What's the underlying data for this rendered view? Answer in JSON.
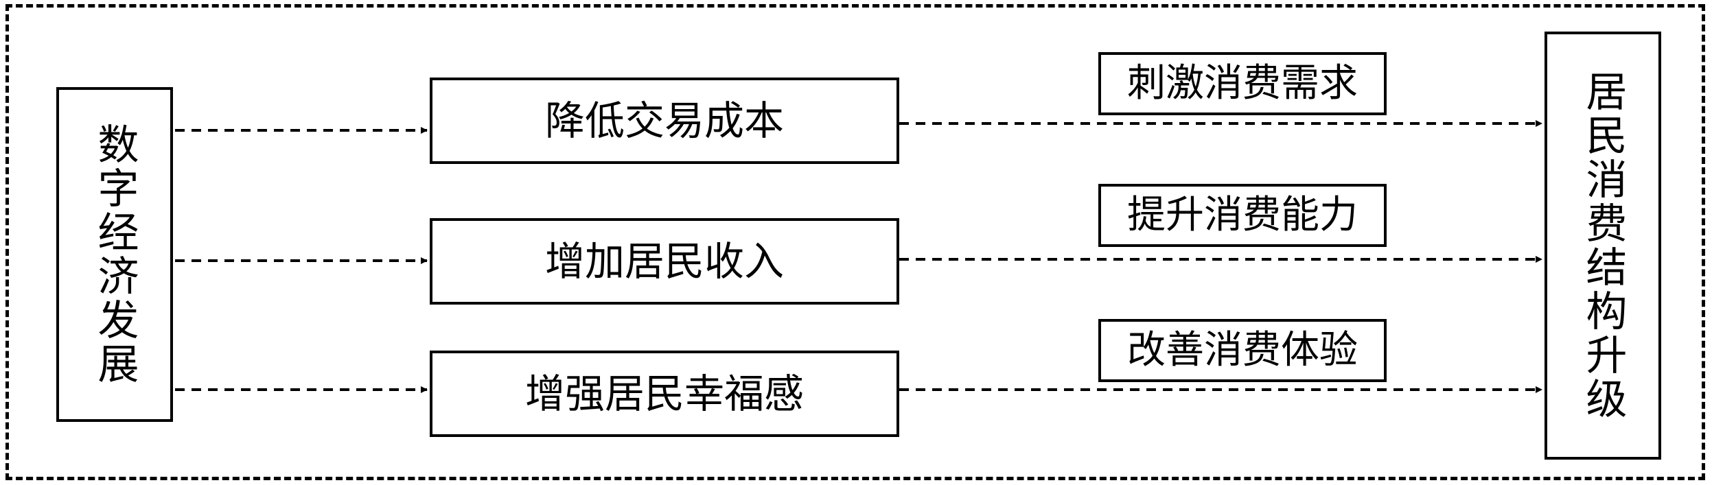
{
  "diagram": {
    "source": {
      "label": "数字经济发展"
    },
    "target": {
      "label": "居民消费结构升级"
    },
    "mechanisms": [
      {
        "label": "降低交易成本",
        "effect": "刺激消费需求"
      },
      {
        "label": "增加居民收入",
        "effect": "提升消费能力"
      },
      {
        "label": "增强居民幸福感",
        "effect": "改善消费体验"
      }
    ],
    "edges": [
      {
        "from": "数字经济发展",
        "to": "降低交易成本",
        "style": "dashed"
      },
      {
        "from": "数字经济发展",
        "to": "增加居民收入",
        "style": "dashed"
      },
      {
        "from": "数字经济发展",
        "to": "增强居民幸福感",
        "style": "dashed"
      },
      {
        "from": "降低交易成本",
        "to": "居民消费结构升级",
        "style": "dashed"
      },
      {
        "from": "增加居民收入",
        "to": "居民消费结构升级",
        "style": "dashed"
      },
      {
        "from": "增强居民幸福感",
        "to": "居民消费结构升级",
        "style": "dashed"
      }
    ]
  }
}
